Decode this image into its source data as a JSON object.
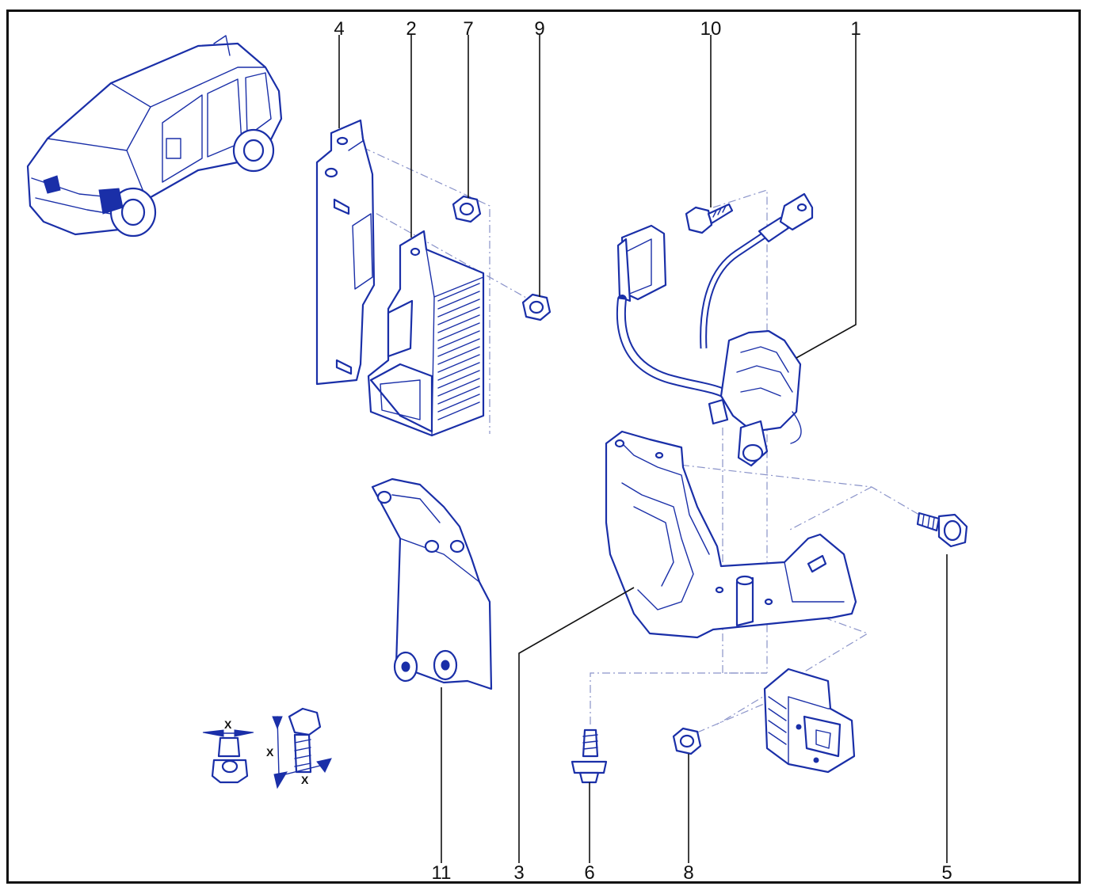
{
  "diagram": {
    "callouts": [
      {
        "id": "c4",
        "label": "4"
      },
      {
        "id": "c2",
        "label": "2"
      },
      {
        "id": "c7",
        "label": "7"
      },
      {
        "id": "c9",
        "label": "9"
      },
      {
        "id": "c10",
        "label": "10"
      },
      {
        "id": "c1",
        "label": "1"
      },
      {
        "id": "c11",
        "label": "11"
      },
      {
        "id": "c3",
        "label": "3"
      },
      {
        "id": "c6",
        "label": "6"
      },
      {
        "id": "c8",
        "label": "8"
      },
      {
        "id": "c5",
        "label": "5"
      }
    ],
    "torque_symbol_marks": [
      "X",
      "X",
      "X"
    ],
    "colors": {
      "line_art": "#1a2fa8",
      "callouts": "#111111",
      "frame": "#111111",
      "background": "#ffffff"
    }
  }
}
